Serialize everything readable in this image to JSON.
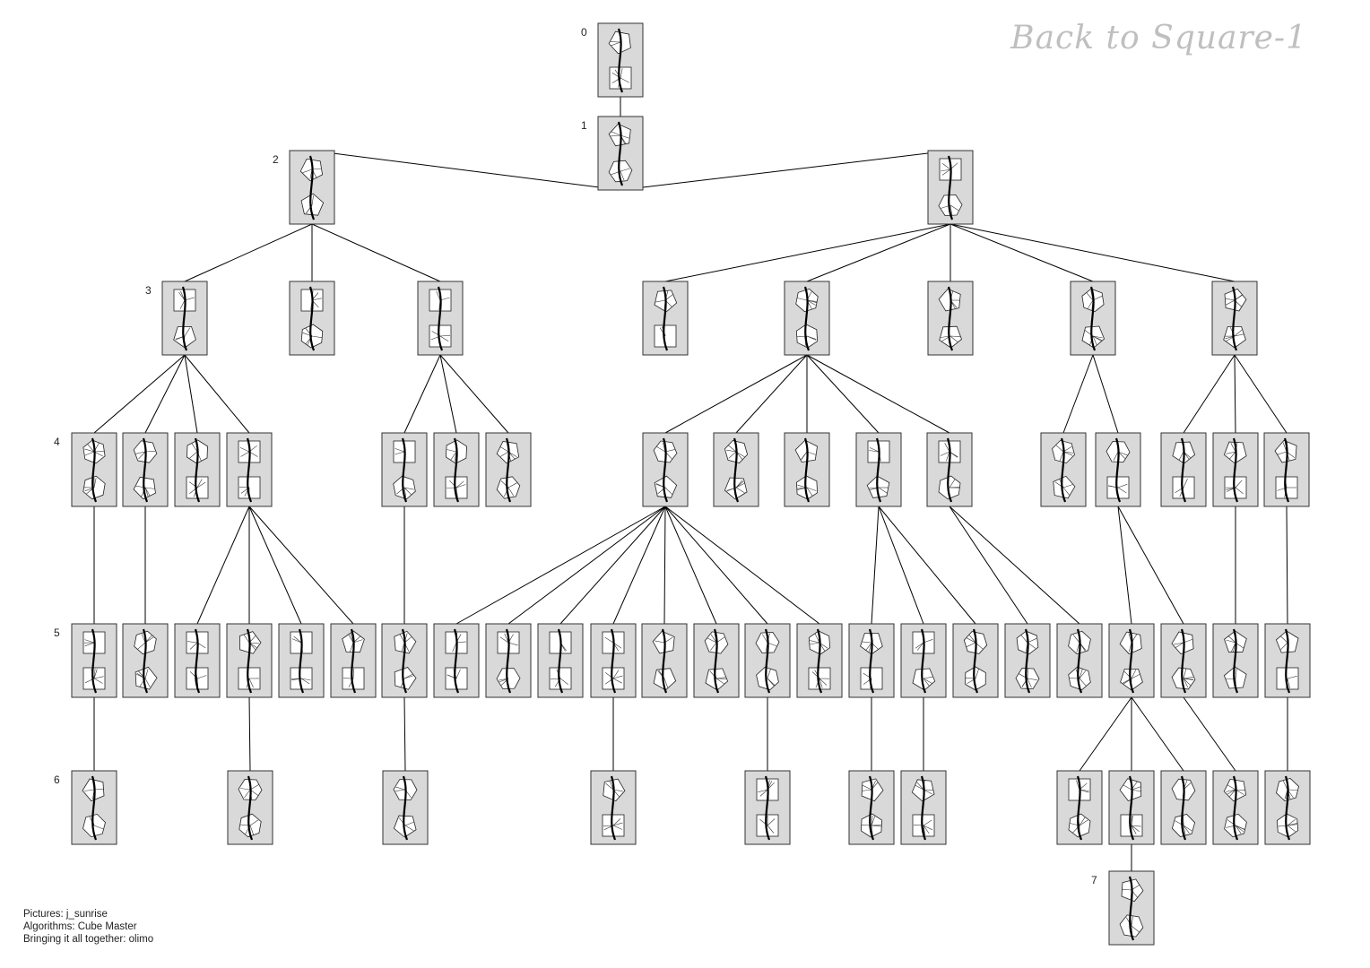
{
  "title": "Back to Square-1",
  "level_labels": [
    "0",
    "1",
    "2",
    "3",
    "4",
    "5",
    "6",
    "7"
  ],
  "credits": {
    "pictures": "Pictures: j_sunrise",
    "algorithms": "Algorithms: Cube Master",
    "together": "Bringing it all together: olimo"
  },
  "colors": {
    "card_fill": "#d9d9d9",
    "card_border": "#333333",
    "edge": "#000000",
    "title": "#bfbfbf"
  }
}
